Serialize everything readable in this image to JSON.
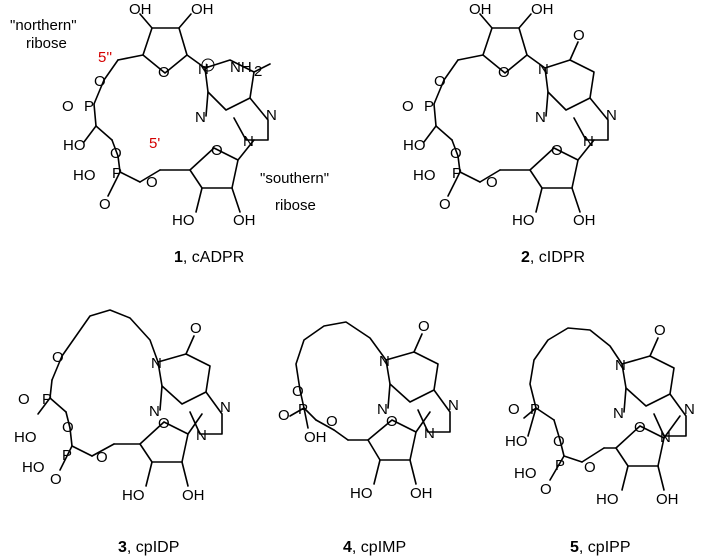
{
  "molecules": [
    {
      "number": "1",
      "name": ", cADPR",
      "annotations": {
        "northern_line1": "\"northern\"",
        "northern_line2": "ribose",
        "southern_line1": "\"southern\"",
        "southern_line2": "ribose",
        "pos_5pp": "5''",
        "pos_5p": "5'"
      },
      "atoms": {
        "oh": "OH",
        "o": "O",
        "p": "P",
        "n": "N",
        "nh2": "NH",
        "nh2_sub": "2",
        "ho": "HO",
        "hoP": "HO",
        "plus": "+"
      }
    },
    {
      "number": "2",
      "name": ", cIDPR",
      "atoms": {
        "oh": "OH",
        "o": "O",
        "p": "P",
        "n": "N",
        "ho": "HO"
      }
    },
    {
      "number": "3",
      "name": ", cpIDP",
      "atoms": {
        "oh": "OH",
        "o": "O",
        "p": "P",
        "n": "N",
        "ho": "HO"
      }
    },
    {
      "number": "4",
      "name": ", cpIMP",
      "atoms": {
        "oh": "OH",
        "o": "O",
        "p": "P",
        "n": "N",
        "ho": "HO"
      }
    },
    {
      "number": "5",
      "name": ", cpIPP",
      "atoms": {
        "oh": "OH",
        "o": "O",
        "p": "P",
        "n": "N",
        "ho": "HO"
      }
    }
  ],
  "colors": {
    "ink": "#000000",
    "highlight": "#d40000"
  }
}
